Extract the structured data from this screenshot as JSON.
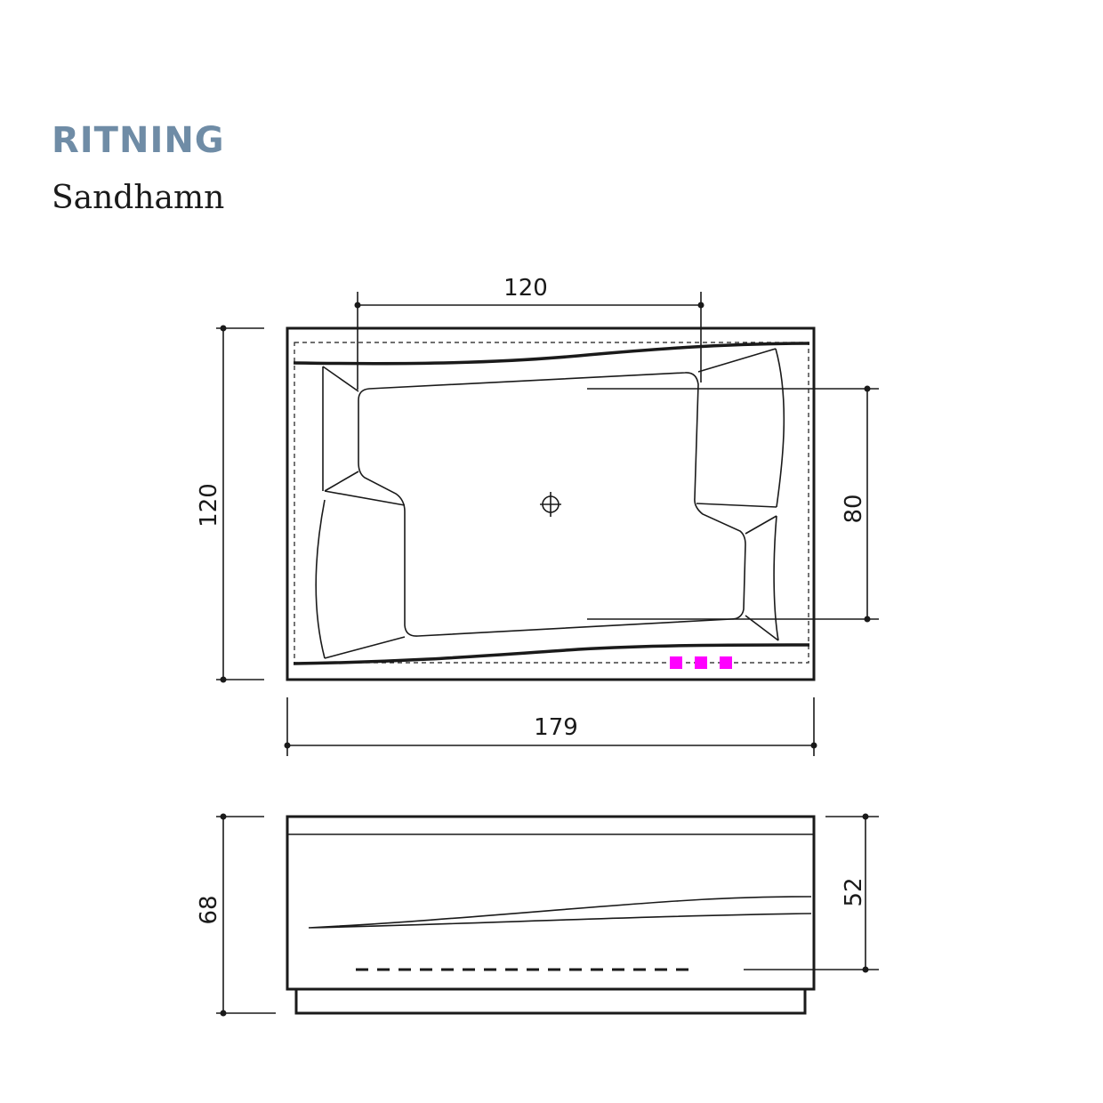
{
  "header": {
    "title": "RITNING",
    "subtitle": "Sandhamn"
  },
  "top_view": {
    "dim_inner_width": "120",
    "dim_outer_depth": "120",
    "dim_inner_depth": "80",
    "dim_outer_width": "179",
    "control_button_color": "#ff00ff",
    "control_button_count": 3
  },
  "side_view": {
    "dim_total_height": "68",
    "dim_inner_height": "52"
  }
}
